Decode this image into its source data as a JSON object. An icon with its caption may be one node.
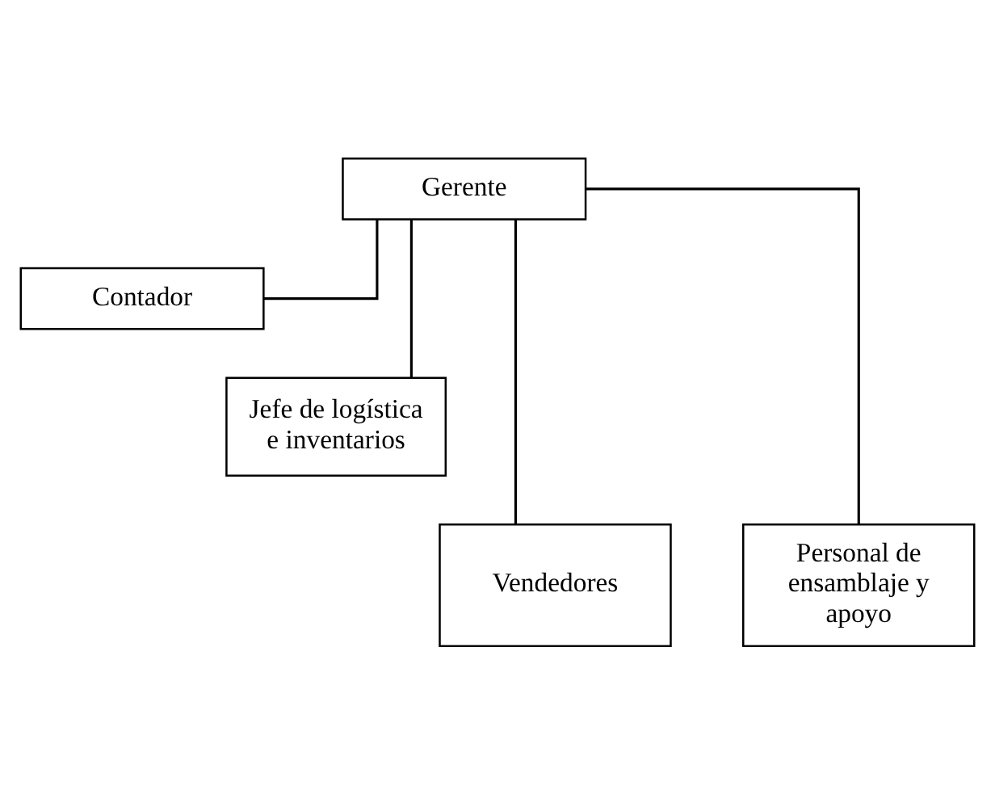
{
  "diagram": {
    "nodes": [
      {
        "text": [
          "Gerente"
        ]
      },
      {
        "text": [
          "Contador"
        ]
      },
      {
        "text": [
          "Jefe de logística e inventarios"
        ]
      },
      {
        "text": [
          "Vendedores"
        ]
      },
      {
        "text": [
          "Personal de ensamblaje y apoyo"
        ]
      }
    ],
    "edges": [
      {
        "from": 0,
        "to": 1,
        "arrow": "none"
      },
      {
        "from": 0,
        "to": 2,
        "arrow": "none"
      },
      {
        "from": 0,
        "to": 3,
        "arrow": "none"
      },
      {
        "from": 0,
        "to": 4,
        "arrow": "none"
      }
    ]
  }
}
